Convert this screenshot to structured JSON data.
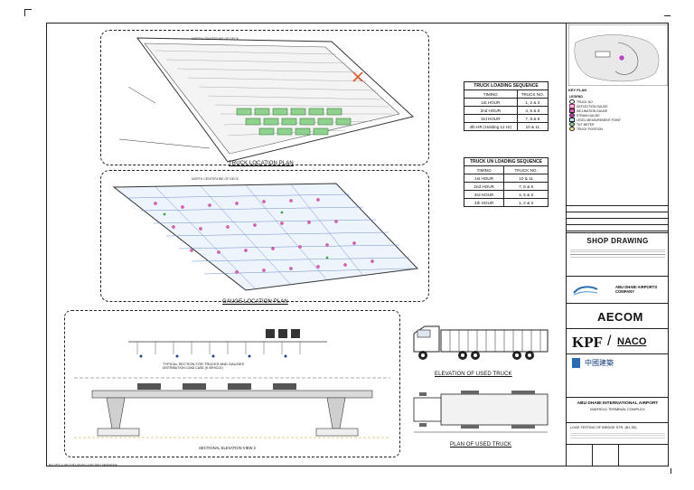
{
  "sheet": {
    "location_plan_label": "KEY PLAN"
  },
  "panels": {
    "truck_location_plan": "TRUCK LOCATION PLAN",
    "gauge_location_plan": "GAUGE LOCATION PLAN",
    "typical_section": "TYPICAL SECTION FOR TRUCKS AND GAUGES",
    "typical_section_sub": "DISTRIBUTION LOAD CASE (5 VEHICLE)",
    "elevation_view": "SECTIONAL ELEVATION VIEW 2"
  },
  "loading_table": {
    "title": "TRUCK LOADING SEQUENCE",
    "headers": [
      "TIMING",
      "TRUCK NO."
    ],
    "rows": [
      [
        "1st HOUR",
        "1, 2 & 3"
      ],
      [
        "2nd HOUR",
        "4, 5 & 6"
      ],
      [
        "3rd HOUR",
        "7, 8 & 9"
      ],
      [
        "4th HR (Holding 12 Hr)",
        "10 & 11"
      ]
    ]
  },
  "unloading_table": {
    "title": "TRUCK UN LOADING SEQUENCE",
    "headers": [
      "TIMING",
      "TRUCK NO."
    ],
    "rows": [
      [
        "1st HOUR",
        "10 & 11"
      ],
      [
        "2nd HOUR",
        "7, 8 & 9"
      ],
      [
        "3rd HOUR",
        "4, 5 & 6"
      ],
      [
        "4th HOUR",
        "1, 2 & 3"
      ]
    ]
  },
  "truck": {
    "elevation_title": "ELEVATION OF USED TRUCK",
    "plan_title": "PLAN OF USED TRUCK"
  },
  "title_block": {
    "legend_title": "LEGEND",
    "legend_items": [
      "TRUCK NO.",
      "DEFLECTION GAUGE",
      "INCLINATION GAUGE",
      "STRAIN GAUGE",
      "LEVEL MEASUREMENT POINT",
      "TILT METER",
      "TRUCK POSITION"
    ],
    "shop_drawing": "SHOP DRAWING",
    "client_name": "ABU DHABI AIRPORTS COMPANY",
    "consultant": "AECOM",
    "architect_a": "KPF",
    "architect_b": "NACO",
    "contractor_cn": "中國建築",
    "project_line1": "ABU DHABI INTERNATIONAL AIRPORT",
    "project_line2": "MIDFIELD TERMINAL COMPLEX",
    "drawing_title": "LOAD TESTING OF BRIDGE STR. (B1-S5)"
  },
  "footer_note": "Ref: MTC-C-SD-LT-B1-S5-001  LOAD TEST SEQUENCE"
}
